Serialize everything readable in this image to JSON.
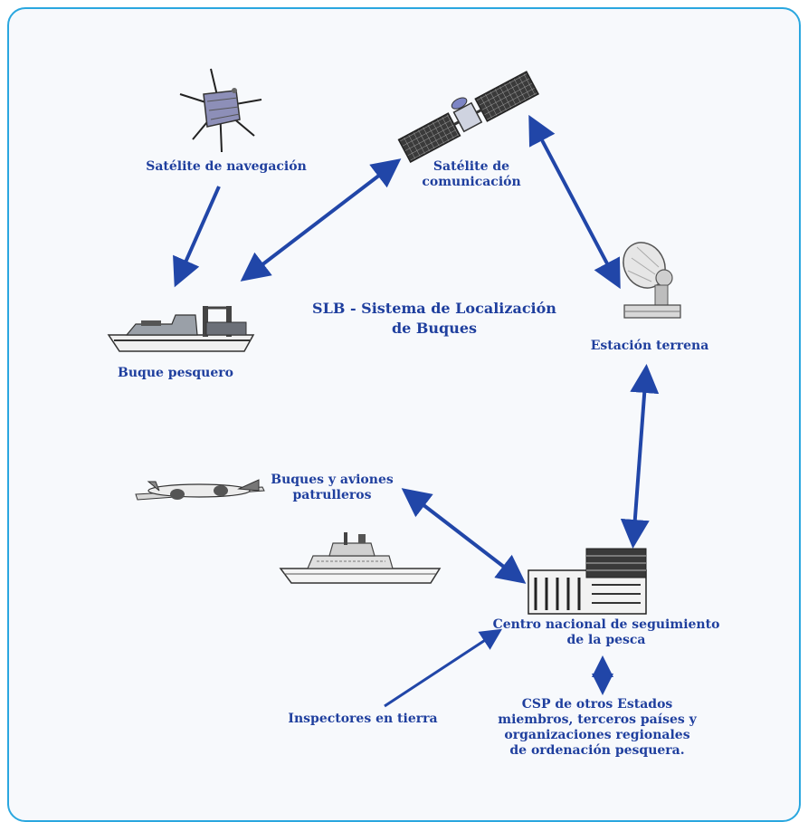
{
  "diagram": {
    "title_line1": "SLB - Sistema de Localización",
    "title_line2": "de Buques",
    "labels": {
      "nav_satellite": "Satélite de navegación",
      "comm_satellite_line1": "Satélite de",
      "comm_satellite_line2": "comunicación",
      "ground_station": "Estación terrena",
      "fishing_vessel": "Buque pesquero",
      "patrol_line1": "Buques y aviones",
      "patrol_line2": "patrulleros",
      "national_center_line1": "Centro nacional de seguimiento",
      "national_center_line2": "de la pesca",
      "inspectors": "Inspectores en tierra",
      "csp_line1": "CSP de otros Estados",
      "csp_line2": "miembros, terceros países y",
      "csp_line3": "organizaciones regionales",
      "csp_line4": "de ordenación pesquera."
    },
    "icons": [
      "navigation-satellite-icon",
      "communication-satellite-icon",
      "ground-station-antenna-icon",
      "fishing-vessel-icon",
      "patrol-aircraft-icon",
      "patrol-ship-icon",
      "control-center-building-icon"
    ],
    "colors": {
      "text": "#1f3f9e",
      "arrow": "#2146a8",
      "border": "#2aa7df"
    }
  }
}
